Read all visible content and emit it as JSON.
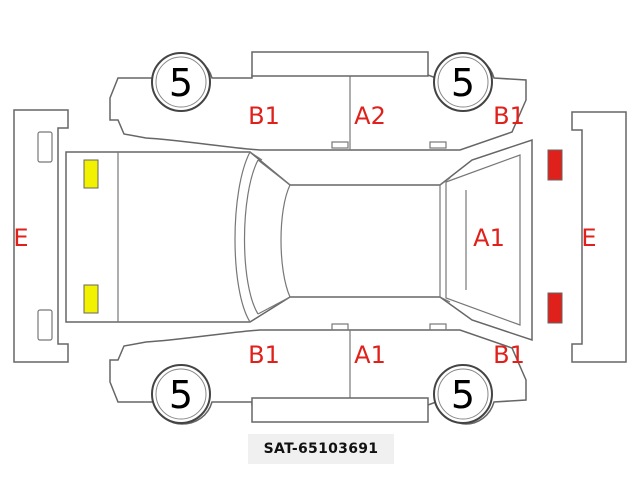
{
  "tires": [
    {
      "id": "front-left-tire",
      "label": "5"
    },
    {
      "id": "rear-left-tire",
      "label": "5"
    },
    {
      "id": "front-right-tire",
      "label": "5"
    },
    {
      "id": "rear-right-tire",
      "label": "5"
    }
  ],
  "damage_codes": {
    "top_b1_left": "B1",
    "top_a2": "A2",
    "top_b1_right": "B1",
    "bottom_b1_left": "B1",
    "bottom_a1": "A1",
    "bottom_b1_right": "B1",
    "rear_window_a1": "A1",
    "left_bumper_e": "E",
    "right_bumper_e": "E"
  },
  "lamp_colors": {
    "front": "#f2f200",
    "rear": "#e0201b"
  },
  "footer": {
    "id_text": "SAT-65103691"
  }
}
